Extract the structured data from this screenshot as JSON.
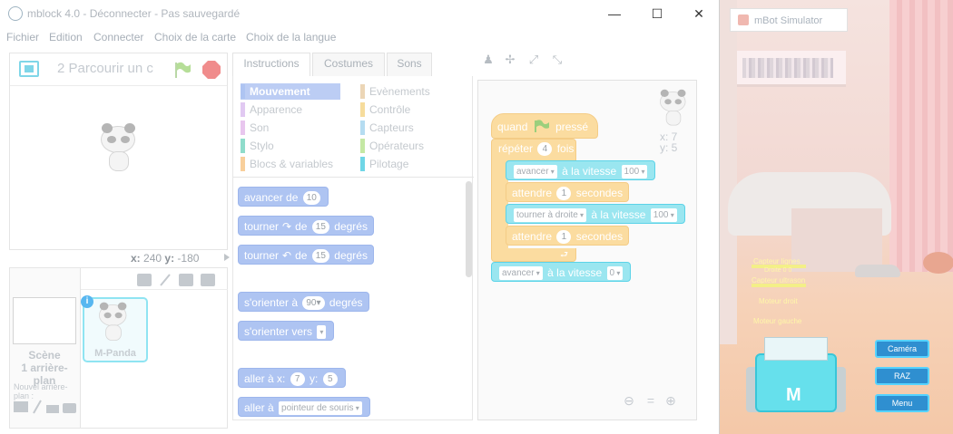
{
  "window": {
    "title": "mblock 4.0 - Déconnecter - Pas sauvegardé",
    "minimize": "—",
    "maximize": "☐",
    "close": "✕"
  },
  "menu": [
    "Fichier",
    "Edition",
    "Connecter",
    "Choix de la carte",
    "Choix de la langue"
  ],
  "stage": {
    "project_name": "2 Parcourir un c",
    "coords_x_label": "x:",
    "coords_x": "240",
    "coords_y_label": "y:",
    "coords_y": "-180"
  },
  "sprites": {
    "scene_label": "Scène",
    "scene_sub": "1 arrière-plan",
    "new_background_label": "Nouvel arrière-plan :",
    "sprite_name": "M-Panda",
    "info_icon": "i"
  },
  "tabs": [
    "Instructions",
    "Costumes",
    "Sons"
  ],
  "categories": {
    "left": [
      {
        "label": "Mouvement",
        "color": "#4a6cd4"
      },
      {
        "label": "Apparence",
        "color": "#8a55d7"
      },
      {
        "label": "Son",
        "color": "#bb42c3"
      },
      {
        "label": "Stylo",
        "color": "#0e9a6c"
      },
      {
        "label": "Blocs & variables",
        "color": "#ee7d16"
      }
    ],
    "right": [
      {
        "label": "Evènements",
        "color": "#c88330"
      },
      {
        "label": "Contrôle",
        "color": "#e1a91a"
      },
      {
        "label": "Capteurs",
        "color": "#2ca5e2"
      },
      {
        "label": "Opérateurs",
        "color": "#5cb712"
      },
      {
        "label": "Pilotage",
        "color": "#0fbbd2"
      }
    ]
  },
  "palette_blocks": {
    "b1": {
      "text": "avancer de",
      "value": "10"
    },
    "b2": {
      "text1": "tourner",
      "text2": "de",
      "value": "15",
      "text3": "degrés"
    },
    "b3": {
      "text1": "tourner",
      "text2": "de",
      "value": "15",
      "text3": "degrés"
    },
    "b4": {
      "text1": "s'orienter à",
      "value": "90▾",
      "text2": "degrés"
    },
    "b5": {
      "text": "s'orienter vers",
      "dd": ""
    },
    "b6": {
      "text1": "aller à x:",
      "x": "7",
      "text2": "y:",
      "y": "5"
    },
    "b7": {
      "text": "aller à",
      "dd": "pointeur de souris"
    }
  },
  "script": {
    "hat_text1": "quand",
    "hat_text2": "pressé",
    "repeat_text1": "répéter",
    "repeat_value": "4",
    "repeat_text2": "fois",
    "move1_dd": "avancer",
    "move1_text": "à la vitesse",
    "move1_value": "100",
    "wait1_text1": "attendre",
    "wait1_value": "1",
    "wait1_text2": "secondes",
    "turn_dd": "tourner à droite",
    "turn_text": "à la vitesse",
    "turn_value": "100",
    "wait2_text1": "attendre",
    "wait2_value": "1",
    "wait2_text2": "secondes",
    "move2_dd": "avancer",
    "move2_text": "à la vitesse",
    "move2_value": "0",
    "sprite_x": "x: 7",
    "sprite_y": "y: 5"
  },
  "simulator": {
    "tab_title": "mBot Simulator",
    "labels": [
      "Capteur lignes",
      "Droite 0 0",
      "Capteur ultrason",
      "Moteur droit",
      "Moteur gauche"
    ],
    "buttons": [
      "Caméra",
      "RAZ",
      "Menu"
    ],
    "robot_letter": "M"
  }
}
